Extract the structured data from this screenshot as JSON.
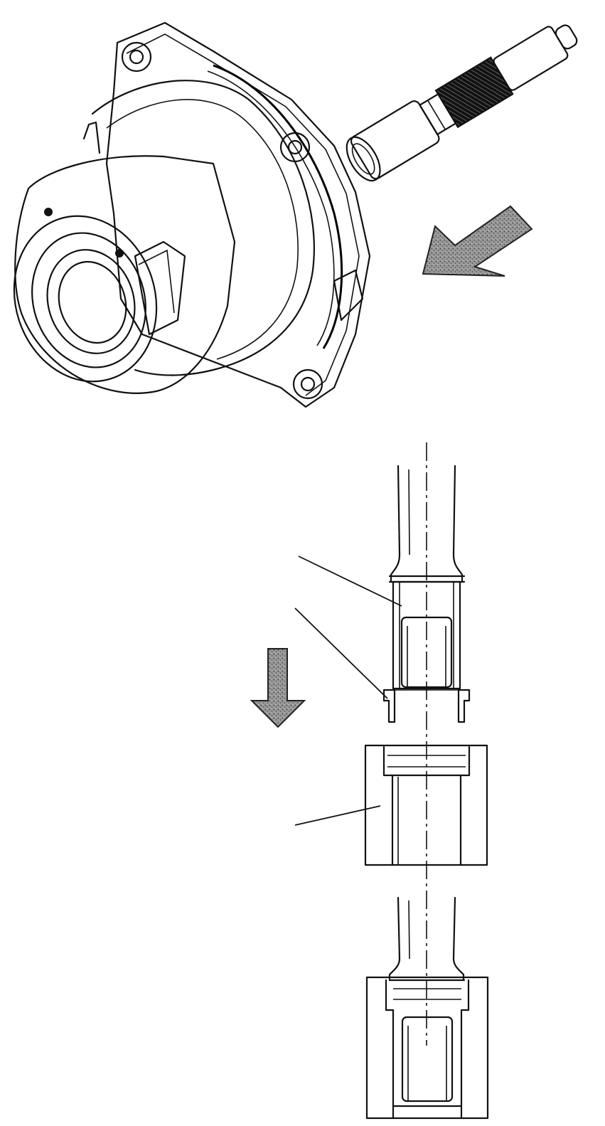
{
  "figure": {
    "top_view": {
      "component": "housing",
      "tool": "installer-tool",
      "arrow": "diagonal-direction-arrow"
    },
    "bottom_view": {
      "components": [
        "installer-shaft",
        "seal-sleeve",
        "seal",
        "housing-bore",
        "assembled-installation"
      ],
      "arrow": "down-direction-arrow",
      "leader_count": 3
    },
    "colors": {
      "line": "#111111",
      "arrow_fill": "#8a8a8a",
      "background": "#ffffff"
    }
  }
}
